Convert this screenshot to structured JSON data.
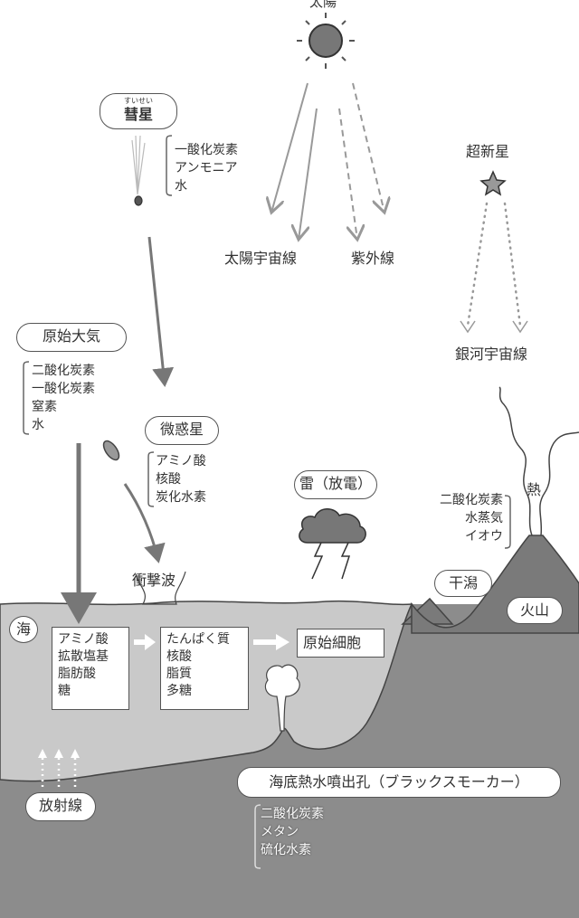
{
  "sun": {
    "label": "太陽"
  },
  "comet": {
    "ruby": "すいせい",
    "label": "彗星",
    "components": [
      "一酸化炭素",
      "アンモニア",
      "水"
    ]
  },
  "solar_rays": {
    "cosmic": "太陽宇宙線",
    "uv": "紫外線"
  },
  "supernova": {
    "label": "超新星",
    "rays": "銀河宇宙線"
  },
  "primitive_atmosphere": {
    "label": "原始大気",
    "components": [
      "二酸化炭素",
      "一酸化炭素",
      "窒素",
      "水"
    ]
  },
  "planetesimal": {
    "label": "微惑星",
    "components": [
      "アミノ酸",
      "核酸",
      "炭化水素"
    ]
  },
  "shockwave": {
    "label": "衝撃波"
  },
  "lightning": {
    "label": "雷（放電）"
  },
  "volcano": {
    "label": "火山",
    "heat": "熱",
    "components": [
      "二酸化炭素",
      "水蒸気",
      "イオウ"
    ]
  },
  "tidal_flat": {
    "label": "干潟"
  },
  "sea": {
    "label": "海"
  },
  "box_monomers": [
    "アミノ酸",
    "拡散塩基",
    "脂肪酸",
    "糖"
  ],
  "box_polymers": [
    "たんぱく質",
    "核酸",
    "脂質",
    "多糖"
  ],
  "protocell": {
    "label": "原始細胞"
  },
  "radiation": {
    "label": "放射線"
  },
  "vent": {
    "label": "海底熱水噴出孔（ブラックスモーカー）",
    "components": [
      "二酸化炭素",
      "メタン",
      "硫化水素"
    ]
  },
  "colors": {
    "sea": "#c9c9c9",
    "ground": "#8c8c8c",
    "line": "#555555",
    "arrow": "#8a8a8a"
  }
}
